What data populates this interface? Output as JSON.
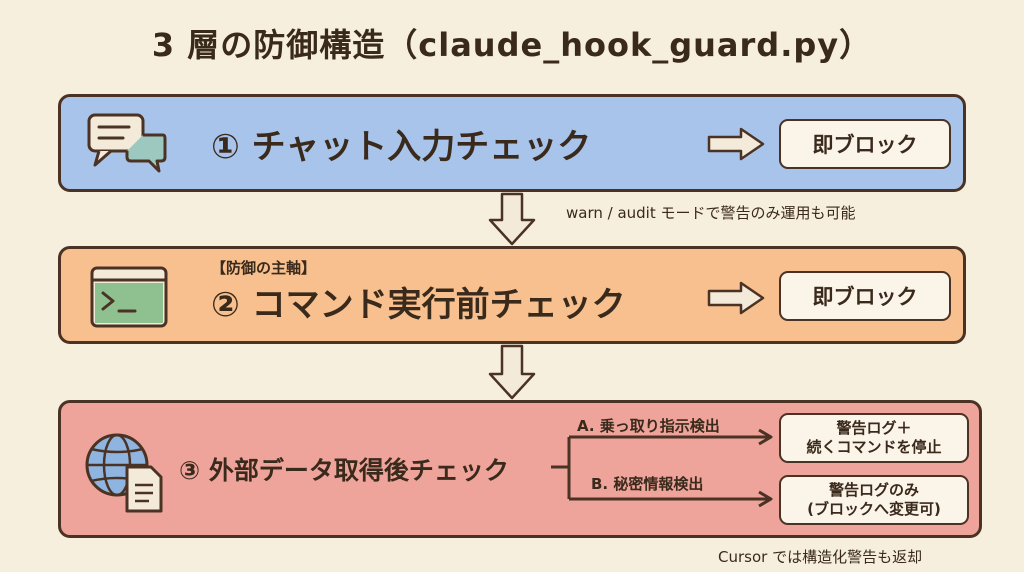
{
  "title": "3 層の防御構造（claude_hook_guard.py）",
  "layers": [
    {
      "label": "① チャット入力チェック",
      "icon": "chat-bubbles-icon",
      "action": "即ブロック",
      "note": "warn / audit モードで警告のみ運用も可能"
    },
    {
      "tag": "【防御の主軸】",
      "label": "② コマンド実行前チェック",
      "icon": "terminal-window-icon",
      "action": "即ブロック"
    },
    {
      "label": "③ 外部データ取得後チェック",
      "icon": "globe-document-icon",
      "branches": [
        {
          "label": "A. 乗っ取り指示検出",
          "action_lines": [
            "警告ログ＋",
            "続くコマンドを停止"
          ]
        },
        {
          "label": "B. 秘密情報検出",
          "action_lines": [
            "警告ログのみ",
            "(ブロックへ変更可)"
          ]
        }
      ],
      "note": "Cursor では構造化警告も返却"
    }
  ],
  "colors": {
    "background": "#f7efde",
    "layer1": "#a9c4ea",
    "layer2": "#f7c08e",
    "layer3": "#eea39b",
    "outline": "#4a3324",
    "action_box": "#fbf4e8"
  }
}
